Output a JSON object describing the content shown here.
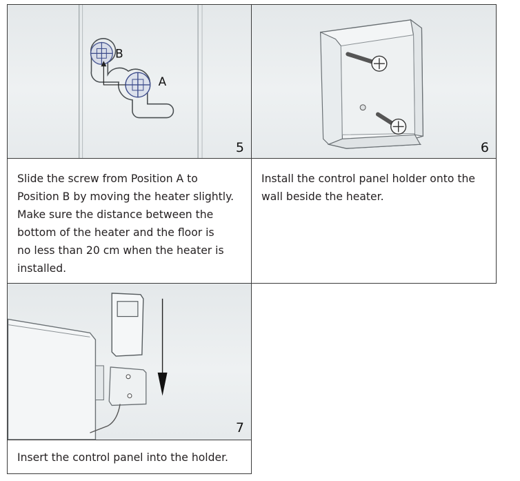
{
  "steps": [
    {
      "number": "5",
      "label_b": "B",
      "label_a": "A",
      "lines": [
        "Slide the screw from Position A to",
        "Position B by moving the heater slightly.",
        "Make sure the distance between the",
        "bottom of the heater and the floor is",
        "no  less than 20 cm when the heater is",
        "installed."
      ]
    },
    {
      "number": "6",
      "lines": [
        "Install the control panel holder onto the",
        "wall beside the heater."
      ]
    },
    {
      "number": "7",
      "lines": [
        "Insert the control panel into the holder."
      ]
    }
  ]
}
